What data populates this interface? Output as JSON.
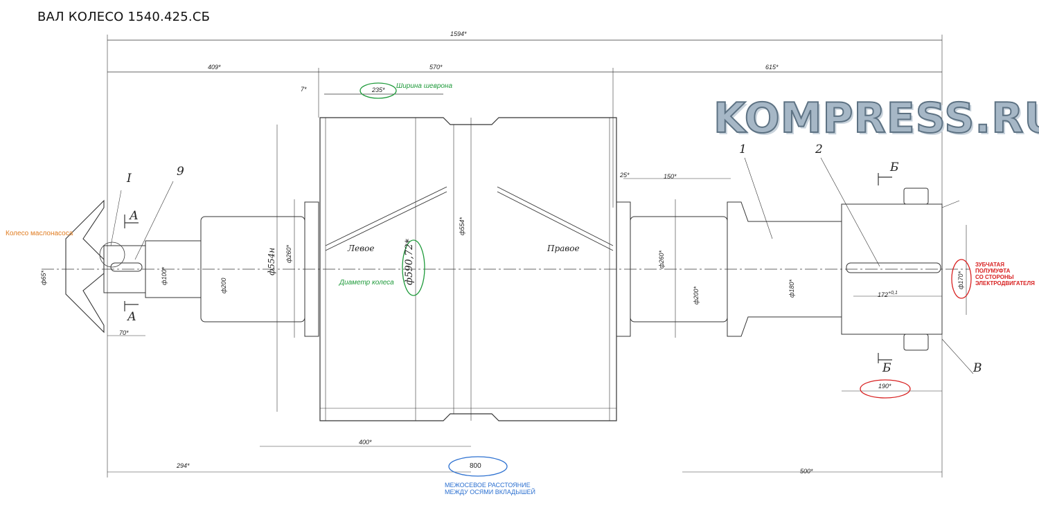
{
  "title": "ВАЛ КОЛЕСО 1540.425.СБ",
  "watermark": "KOMPRESS.RU",
  "colors": {
    "green": "#1e9a3a",
    "red": "#d82020",
    "blue": "#2a6fd0",
    "orange": "#e07b1f",
    "ink": "#222222",
    "logo": "#a6b7c6"
  },
  "dims": {
    "total_length": "1594*",
    "left_part": "409*",
    "middle_part": "570*",
    "right_part": "615*",
    "gap_7": "7*",
    "chevron_width": "235*",
    "gap_25": "25*",
    "len_150": "150*",
    "len_70": "70*",
    "d65": "ф65*",
    "d100": "ф100*",
    "d200_left": "ф200",
    "d554h": "ф554н",
    "d260_left": "ф260*",
    "wheel_diameter": "ф590,72*",
    "d554": "ф554*",
    "d260_right": "ф260*",
    "d200_right": "ф200*",
    "d180": "ф180*",
    "d170": "ф170*",
    "len_172": "172",
    "len_172_tol": "+0,1",
    "len_190": "190*",
    "len_400": "400*",
    "len_294": "294*",
    "center_distance": "800",
    "len_500": "500*"
  },
  "marks": {
    "section_I": "I",
    "pos_9": "9",
    "section_A_top": "А",
    "section_A_bottom": "А",
    "pos_1": "1",
    "pos_2": "2",
    "section_B_top": "Б",
    "section_B_bottom": "Б",
    "view_V": "В",
    "left_hand": "Левое",
    "right_hand": "Правое"
  },
  "notes": {
    "oil_pump_wheel": "Колесо маслонасоса",
    "chevron_width_label": "Ширина шеврона",
    "wheel_diameter_label": "Диаметр колеса",
    "coupling": [
      "ЗУБЧАТАЯ",
      "ПОЛУМУФТА",
      "СО СТОРОНЫ",
      "ЭЛЕКТРОДВИГАТЕЛЯ"
    ],
    "center_distance_label": [
      "МЕЖОСЕВОЕ РАССТОЯНИЕ",
      "МЕЖДУ ОСЯМИ ВКЛАДЫШЕЙ"
    ]
  }
}
